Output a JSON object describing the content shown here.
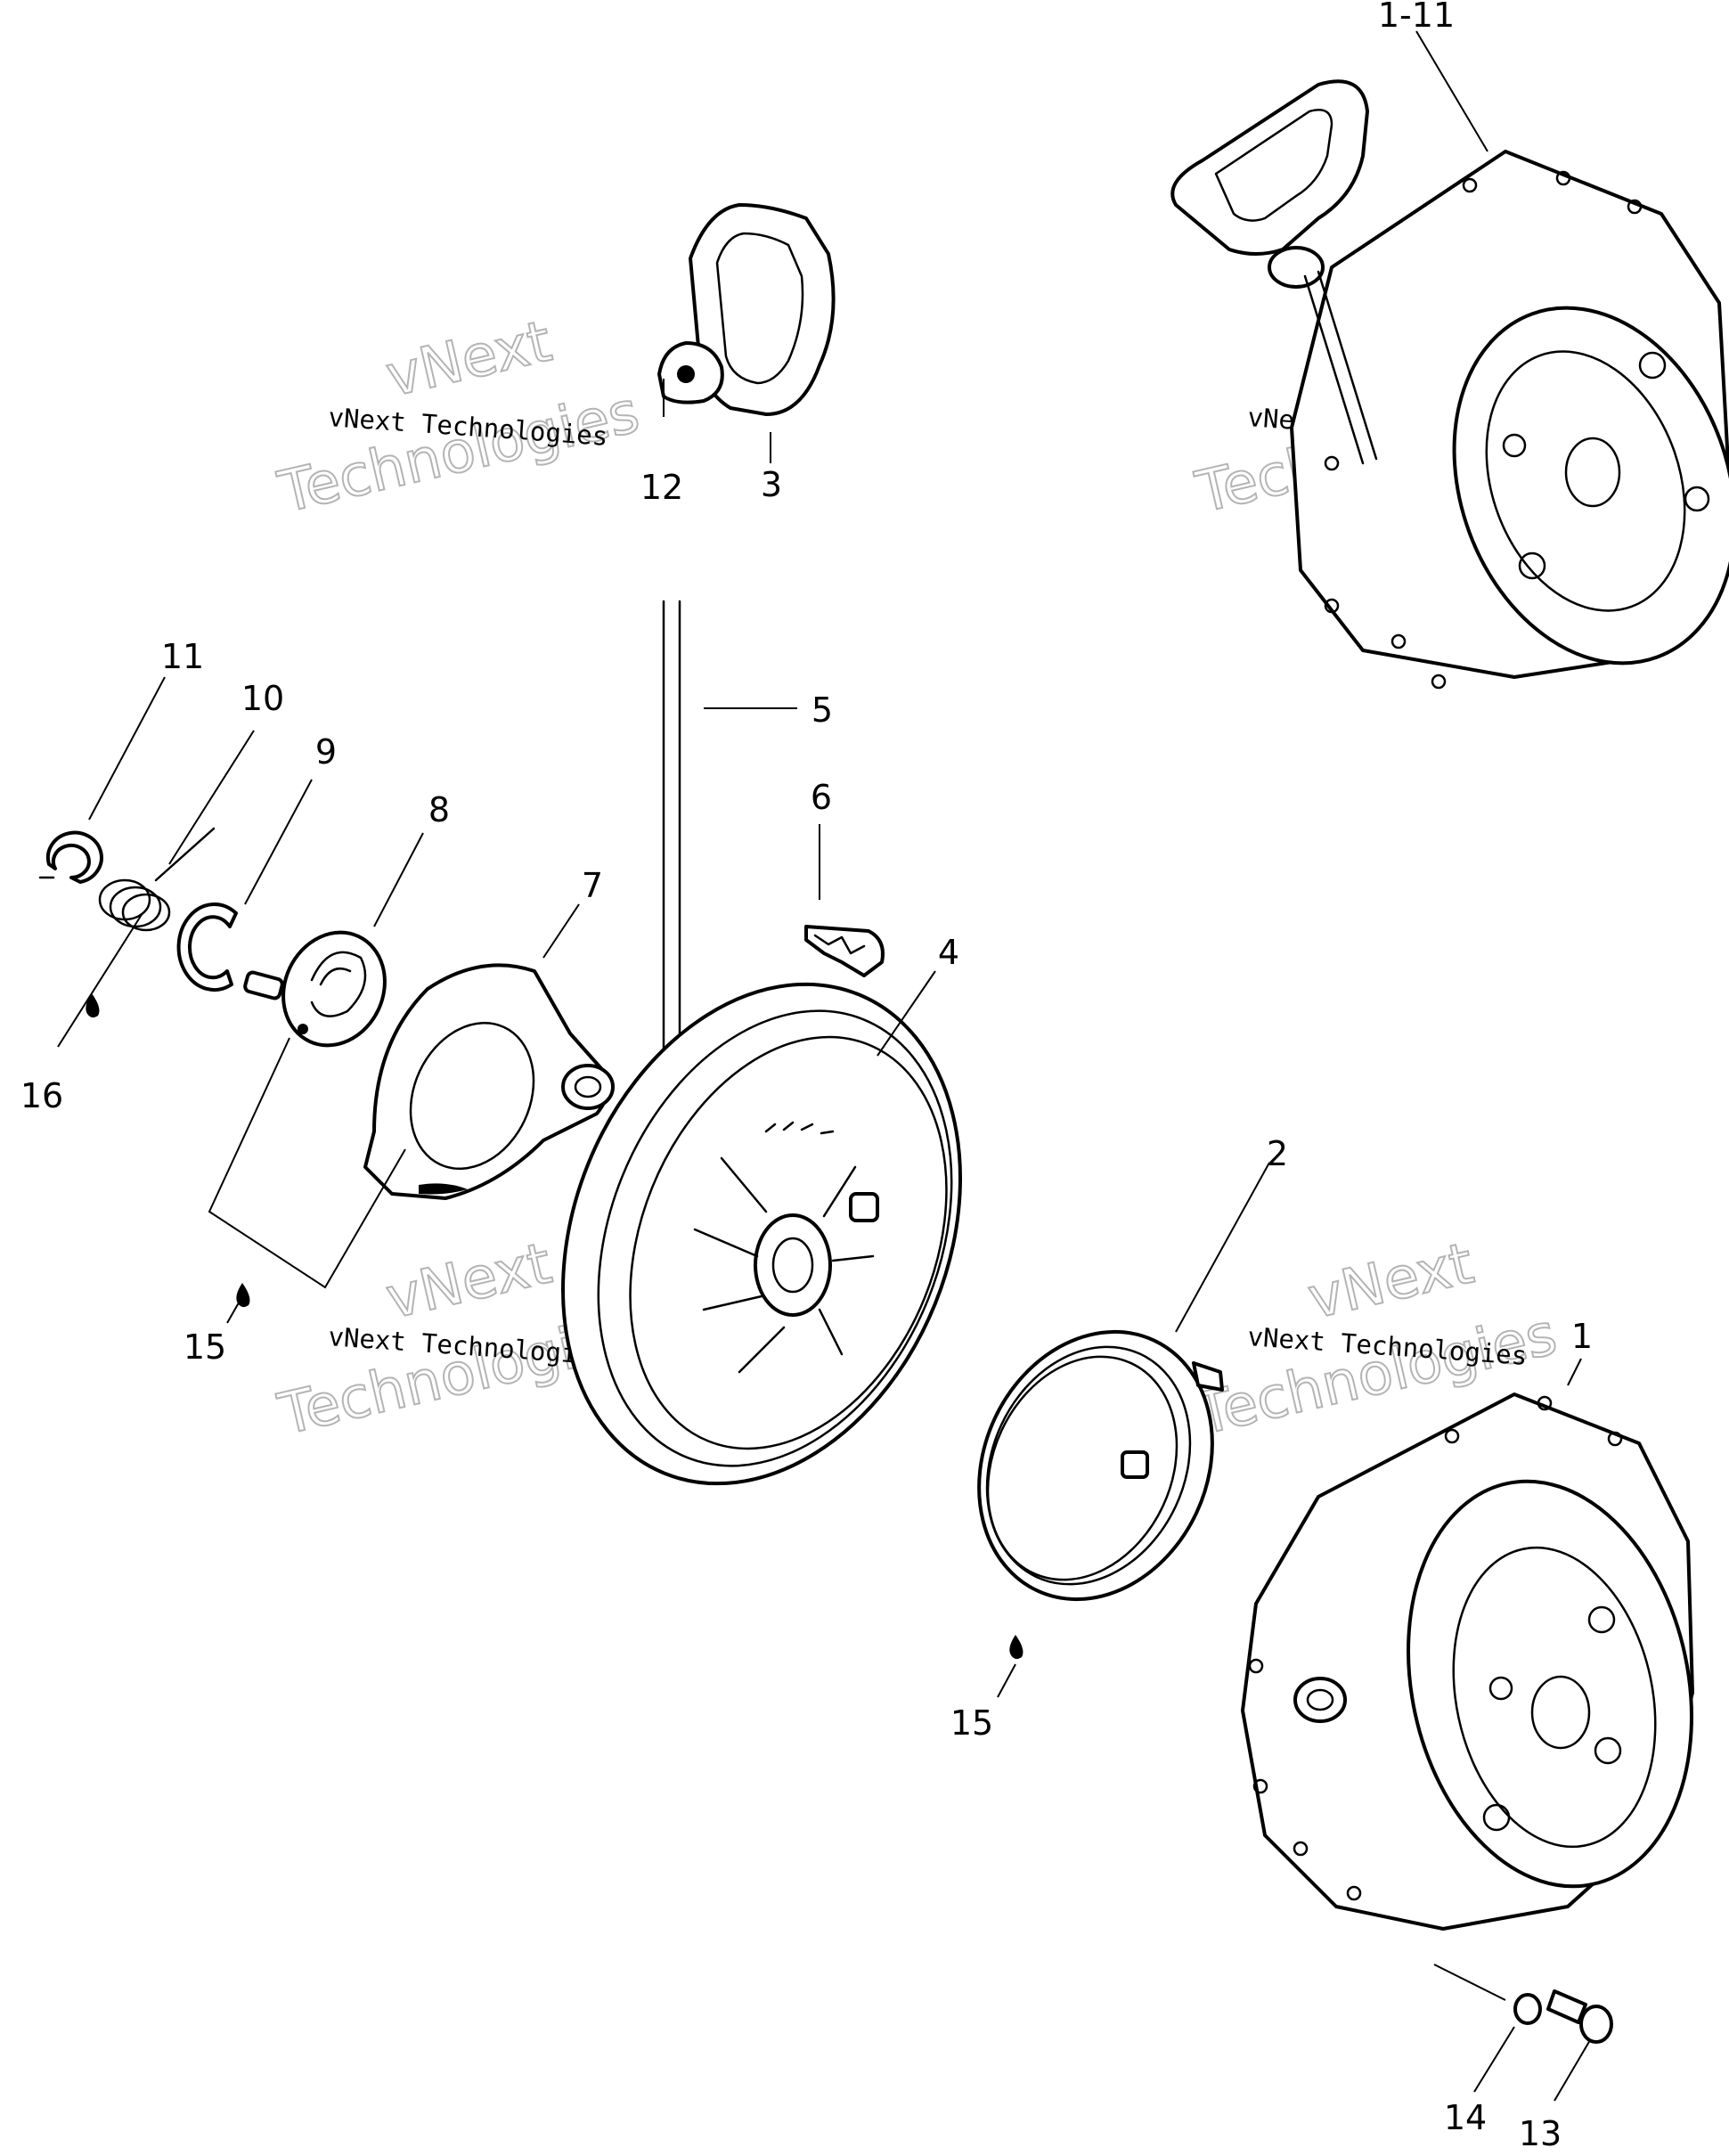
{
  "callouts": {
    "c1_11": "1-11",
    "c12": "12",
    "c3": "3",
    "c5": "5",
    "c6": "6",
    "c11": "11",
    "c10": "10",
    "c9": "9",
    "c8": "8",
    "c7": "7",
    "c4": "4",
    "c16": "16",
    "c15a": "15",
    "c2": "2",
    "c1": "1",
    "c15b": "15",
    "c14": "14",
    "c13": "13"
  },
  "watermarks": {
    "line1": "vNext",
    "line2": "Technologies",
    "small": "vNext Technologies"
  }
}
